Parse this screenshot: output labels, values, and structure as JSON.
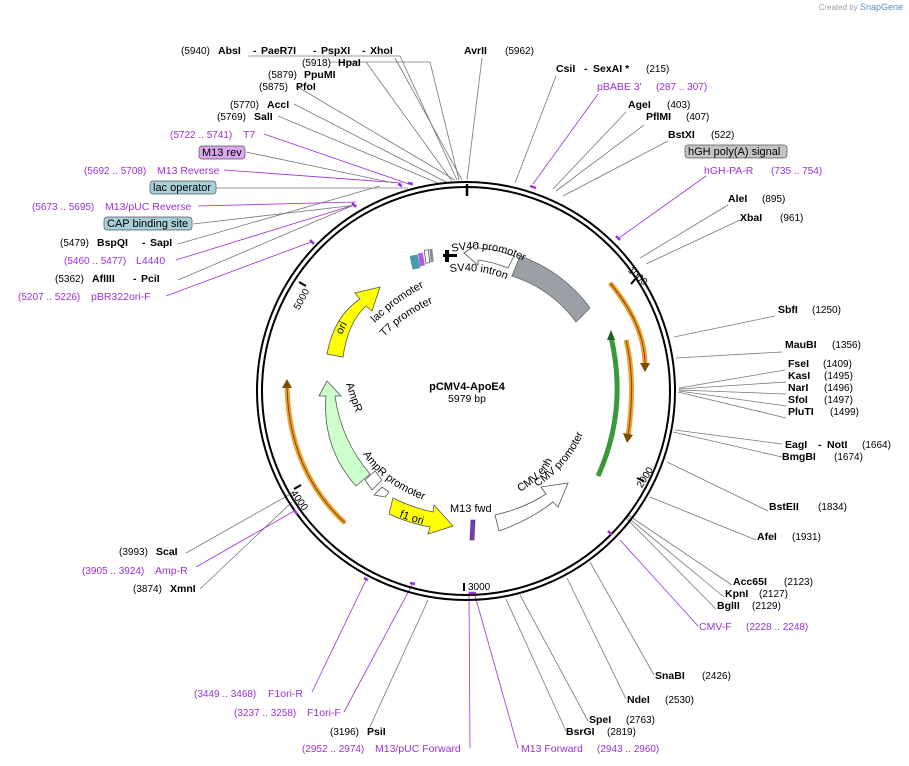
{
  "credit": {
    "prefix": "Created by",
    "brand": "SnapGene"
  },
  "plasmid": {
    "name": "pCMV4-ApoE4",
    "length_label": "5979 bp"
  },
  "ticks": [
    "1000",
    "2000",
    "3000",
    "4000",
    "5000"
  ],
  "enzymes": [
    {
      "name": "AbsI",
      "pos": "(5940)"
    },
    {
      "name": "PaeR7I",
      "pos": ""
    },
    {
      "name": "PspXI",
      "pos": ""
    },
    {
      "name": "XhoI",
      "pos": ""
    },
    {
      "name": "AvrII",
      "pos": "(5962)"
    },
    {
      "name": "HpaI",
      "pos": "(5918)"
    },
    {
      "name": "PpuMI",
      "pos": "(5879)"
    },
    {
      "name": "PfoI",
      "pos": "(5875)"
    },
    {
      "name": "AccI",
      "pos": "(5770)"
    },
    {
      "name": "SalI",
      "pos": "(5769)"
    },
    {
      "name": "BspQI",
      "pos": "(5479)"
    },
    {
      "name": "SapI",
      "pos": ""
    },
    {
      "name": "AflIII",
      "pos": "(5362)"
    },
    {
      "name": "PciI",
      "pos": ""
    },
    {
      "name": "CsiI",
      "pos": ""
    },
    {
      "name": "SexAI *",
      "pos": "(215)"
    },
    {
      "name": "AgeI",
      "pos": "(403)"
    },
    {
      "name": "PflMI",
      "pos": "(407)"
    },
    {
      "name": "BstXI",
      "pos": "(522)"
    },
    {
      "name": "AleI",
      "pos": "(895)"
    },
    {
      "name": "XbaI",
      "pos": "(961)"
    },
    {
      "name": "SbfI",
      "pos": "(1250)"
    },
    {
      "name": "MauBI",
      "pos": "(1356)"
    },
    {
      "name": "FseI",
      "pos": "(1409)"
    },
    {
      "name": "KasI",
      "pos": "(1495)"
    },
    {
      "name": "NarI",
      "pos": "(1496)"
    },
    {
      "name": "SfoI",
      "pos": "(1497)"
    },
    {
      "name": "PluTI",
      "pos": "(1499)"
    },
    {
      "name": "EagI",
      "pos": ""
    },
    {
      "name": "NotI",
      "pos": "(1664)"
    },
    {
      "name": "BmgBI",
      "pos": "(1674)"
    },
    {
      "name": "BstEII",
      "pos": "(1834)"
    },
    {
      "name": "AfeI",
      "pos": "(1931)"
    },
    {
      "name": "Acc65I",
      "pos": "(2123)"
    },
    {
      "name": "KpnI",
      "pos": "(2127)"
    },
    {
      "name": "BglII",
      "pos": "(2129)"
    },
    {
      "name": "SnaBI",
      "pos": "(2426)"
    },
    {
      "name": "NdeI",
      "pos": "(2530)"
    },
    {
      "name": "SpeI",
      "pos": "(2763)"
    },
    {
      "name": "BsrGI",
      "pos": "(2819)"
    },
    {
      "name": "PsiI",
      "pos": "(3196)"
    },
    {
      "name": "ScaI",
      "pos": "(3993)"
    },
    {
      "name": "XmnI",
      "pos": "(3874)"
    }
  ],
  "primers": [
    {
      "name": "pBABE 3'",
      "range": "(287 .. 307)"
    },
    {
      "name": "hGH-PA-R",
      "range": "(735 .. 754)"
    },
    {
      "name": "CMV-F",
      "range": "(2228 .. 2248)"
    },
    {
      "name": "M13 Forward",
      "range": "(2943 .. 2960)"
    },
    {
      "name": "M13/pUC Forward",
      "range": "(2952 .. 2974)"
    },
    {
      "name": "F1ori-F",
      "range": "(3237 .. 3258)"
    },
    {
      "name": "F1ori-R",
      "range": "(3449 .. 3468)"
    },
    {
      "name": "Amp-R",
      "range": "(3905 .. 3924)"
    },
    {
      "name": "pBR322ori-F",
      "range": "(5207 .. 5226)"
    },
    {
      "name": "L4440",
      "range": "(5460 .. 5477)"
    },
    {
      "name": "M13/pUC Reverse",
      "range": "(5673 .. 5695)"
    },
    {
      "name": "M13 Reverse",
      "range": "(5692 .. 5708)"
    },
    {
      "name": "T7",
      "range": "(5722 .. 5741)"
    }
  ],
  "boxed_labels": [
    {
      "name": "M13 rev",
      "fill": "#d9a8ee"
    },
    {
      "name": "lac operator",
      "fill": "#a9cfd8"
    },
    {
      "name": "CAP binding site",
      "fill": "#a9cfd8"
    },
    {
      "name": "hGH poly(A) signal",
      "fill": "#c4c4c4"
    }
  ],
  "features": [
    {
      "name": "SV40 promoter"
    },
    {
      "name": "SV40 intron"
    },
    {
      "name": "lac promoter"
    },
    {
      "name": "T7 promoter"
    },
    {
      "name": "ori"
    },
    {
      "name": "AmpR"
    },
    {
      "name": "AmpR promoter"
    },
    {
      "name": "f1 ori"
    },
    {
      "name": "M13 fwd"
    },
    {
      "name": "CMV enhancer"
    },
    {
      "name": "CMV promoter"
    }
  ],
  "colors": {
    "primer": "#9b30d9",
    "ori": "#ffff00",
    "ampr": "#ccffcc",
    "hgh": "#9aa0a6",
    "orf_orange": "#f0a030",
    "orf_green": "#3a9a3a",
    "backbone": "#000000"
  }
}
